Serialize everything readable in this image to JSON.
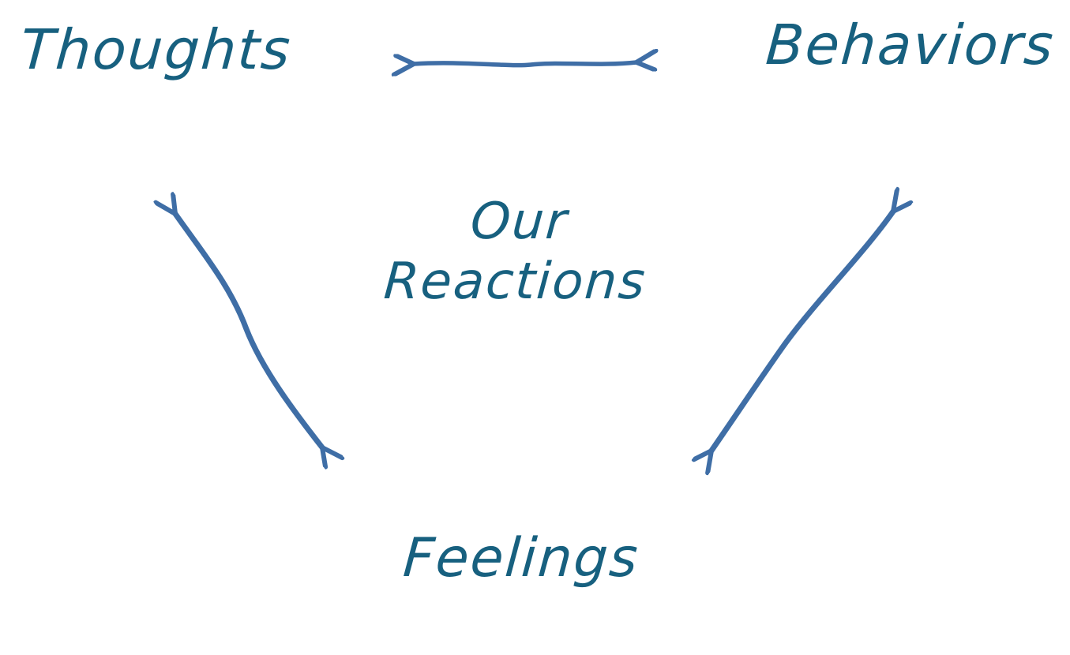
{
  "diagram": {
    "type": "cbt-triangle",
    "nodes": [
      {
        "id": "thoughts",
        "label": "Thoughts"
      },
      {
        "id": "behaviors",
        "label": "Behaviors"
      },
      {
        "id": "feelings",
        "label": "Feelings"
      }
    ],
    "center_label": {
      "line1": "Our",
      "line2": "Reactions"
    },
    "arrows": [
      {
        "id": "thoughts-behaviors-arrow",
        "from": "thoughts",
        "to": "behaviors",
        "bidirectional": true
      },
      {
        "id": "thoughts-feelings-arrow",
        "from": "thoughts",
        "to": "feelings",
        "bidirectional": true
      },
      {
        "id": "behaviors-feelings-arrow",
        "from": "behaviors",
        "to": "feelings",
        "bidirectional": true
      }
    ],
    "colors": {
      "text": "#17607f",
      "arrow": "#3f6ea6",
      "background": "#ffffff"
    }
  }
}
